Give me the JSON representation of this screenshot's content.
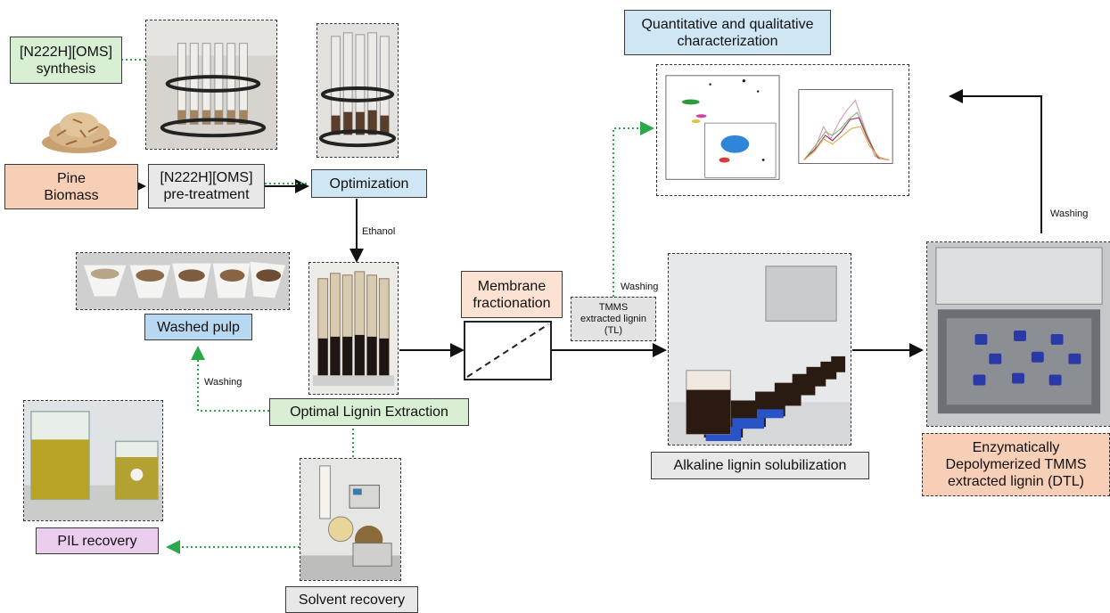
{
  "labels": {
    "synthesis": "[N222H][OMS]\nsynthesis",
    "pine": "Pine\nBiomass",
    "pretreat": "[N222H][OMS]\npre-treatment",
    "optimization": "Optimization",
    "washed_pulp": "Washed pulp",
    "optimal": "Optimal Lignin Extraction",
    "pil": "PIL recovery",
    "solvent": "Solvent recovery",
    "membrane": "Membrane\nfractionation",
    "tl": "TMMS\nextracted lignin\n(TL)",
    "alkaline": "Alkaline lignin solubilization",
    "characterization": "Quantitative and qualitative\ncharacterization",
    "dtl": "Enzymatically\nDepolymerized TMMS\nextracted lignin (DTL)"
  },
  "arrow_labels": {
    "ethanol": "Ethanol",
    "washing_pulp": "Washing",
    "washing_tl": "Washing",
    "washing_dtl": "Washing"
  },
  "colors": {
    "green": "#d9efd3",
    "orange": "#f7cfb6",
    "gray": "#e8e8e8",
    "blue": "#cfe6f5",
    "blue_dark": "#b8d7f0",
    "pink": "#ebcdee",
    "dotted_green": "#2aa84a"
  },
  "icons": [
    "pine-chips-icon",
    "membrane-icon"
  ]
}
